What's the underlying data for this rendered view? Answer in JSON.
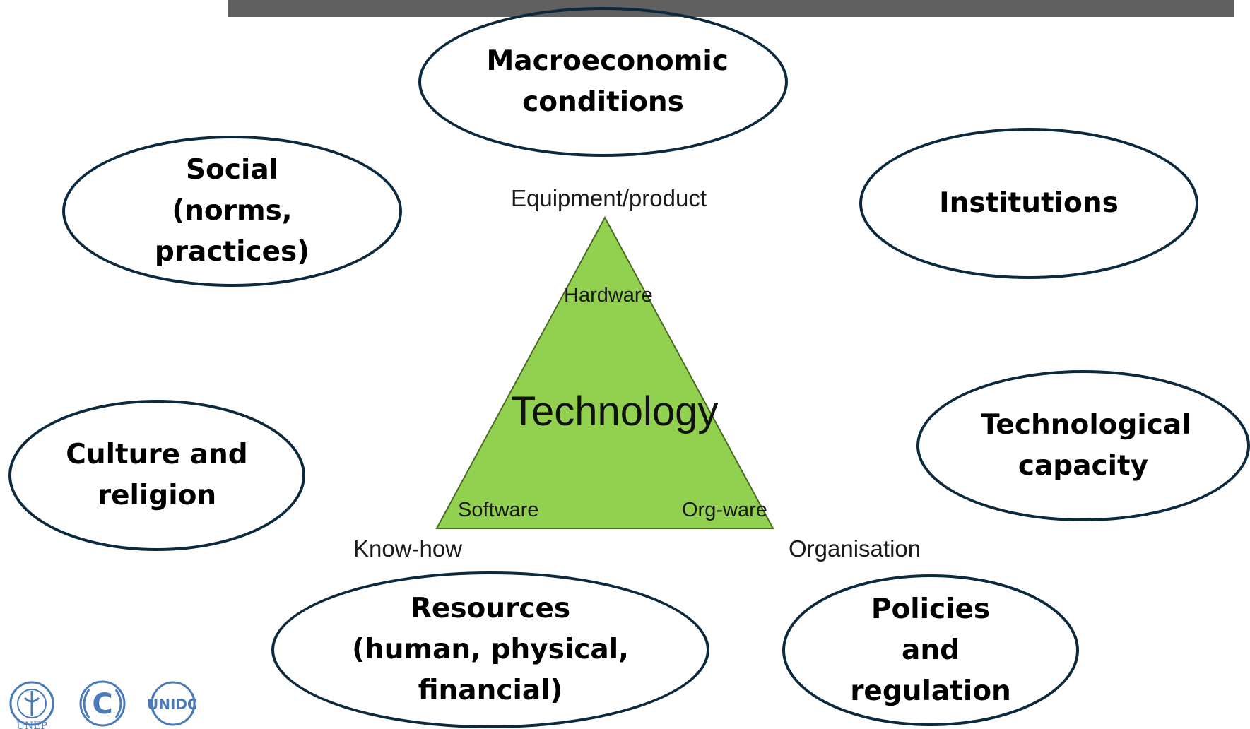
{
  "ellipses": {
    "macro": "Macroeconomic conditions",
    "social": "Social (norms, practices)",
    "institutions": "Institutions",
    "culture": "Culture and religion",
    "capacity": "Technological capacity",
    "resources": "Resources (human, physical, financial)",
    "policies": "Policies and regulation"
  },
  "triangle": {
    "center": "Technology",
    "top_inner": "Hardware",
    "left_inner": "Software",
    "right_inner": "Org-ware",
    "top_outer": "Equipment/product",
    "left_outer": "Know-how",
    "right_outer": "Organisation",
    "fill_color": "#92d050"
  },
  "logos": {
    "unep": "UNEP",
    "unfccc": "C",
    "unido": "UNIDO"
  }
}
